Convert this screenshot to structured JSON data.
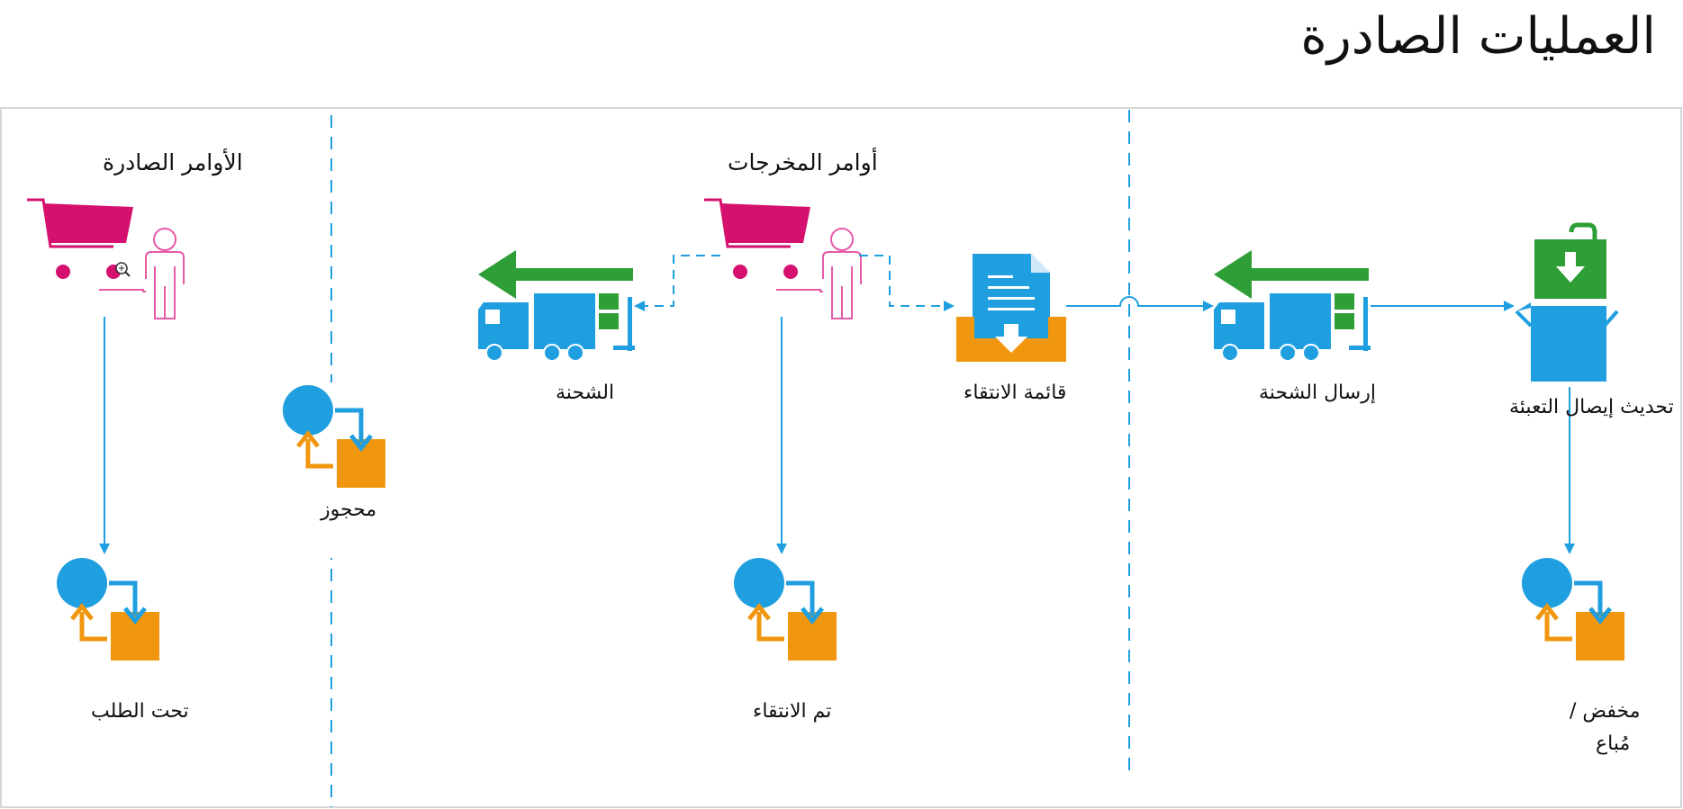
{
  "title": "العمليات الصادرة",
  "sections": {
    "outbound_orders": "الأوامر الصادرة",
    "output_orders": "أوامر المخرجات"
  },
  "labels": {
    "under_order": "تحت الطلب",
    "reserved": "محجوز",
    "shipment": "الشحنة",
    "picked": "تم الانتقاء",
    "pick_list": "قائمة الانتقاء",
    "send_shipment": "إرسال الشحنة",
    "update_packing_slip": "تحديث إيصال التعبئة",
    "deducted_sold_line1": "مخفض /",
    "deducted_sold_line2": "مُباع"
  },
  "icons": {
    "cart_user": "shopping-cart-user-icon",
    "inventory_cycle": "inventory-status-icon",
    "truck": "delivery-truck-icon",
    "document_tray": "document-inbox-icon",
    "package": "package-download-icon"
  },
  "colors": {
    "blue": "#1f9fe0",
    "orange": "#f0960f",
    "green": "#2e9e36",
    "magenta": "#d6106f",
    "pink": "#e65aa8"
  }
}
